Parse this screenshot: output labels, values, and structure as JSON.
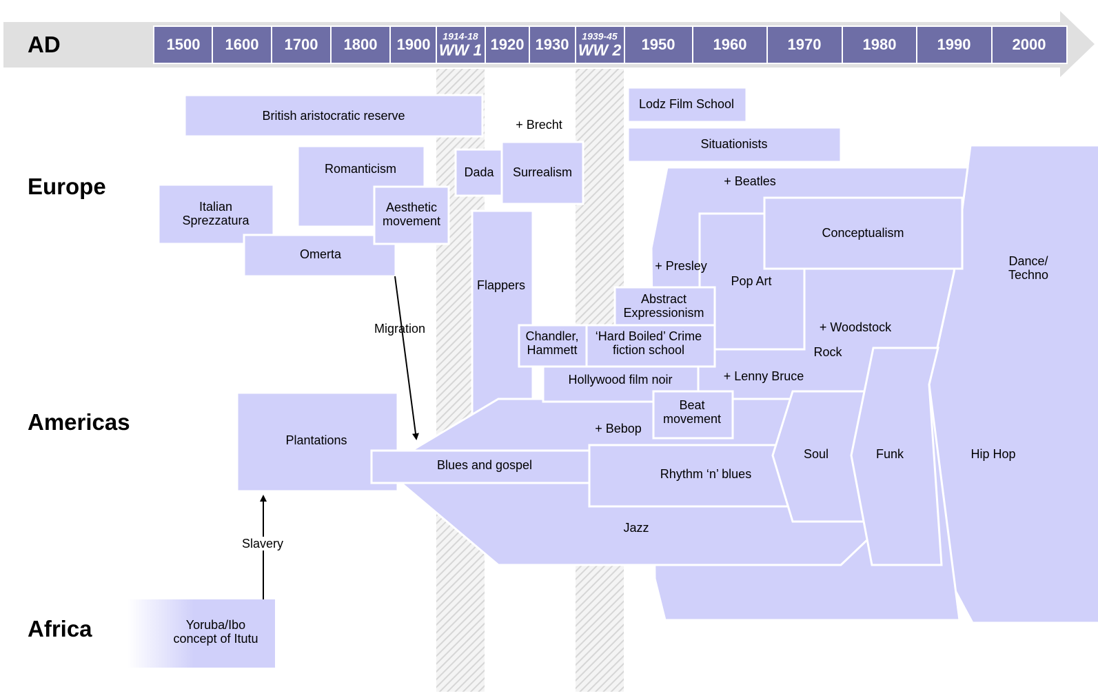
{
  "timeline": {
    "era_label": "AD",
    "eras": [
      "1500",
      "1600",
      "1700",
      "1800",
      "1900",
      "1920",
      "1930",
      "1950",
      "1960",
      "1970",
      "1980",
      "1990",
      "2000"
    ],
    "wars": [
      {
        "dates": "1914-18",
        "name": "WW 1"
      },
      {
        "dates": "1939-45",
        "name": "WW 2"
      }
    ]
  },
  "regions": {
    "europe": "Europe",
    "americas": "Americas",
    "africa": "Africa"
  },
  "nodes": {
    "british_aristocratic_reserve": "British aristocratic reserve",
    "romanticism": "Romanticism",
    "italian_sprezzatura": "Italian\nSprezzatura",
    "aesthetic_movement": "Aesthetic\nmovement",
    "omerta": "Omerta",
    "dada": "Dada",
    "surrealism": "Surrealism",
    "flappers": "Flappers",
    "lodz_film_school": "Lodz Film School",
    "situationists": "Situationists",
    "conceptualism": "Conceptualism",
    "pop_art": "Pop Art",
    "abstract_expressionism": "Abstract\nExpressionism",
    "chandler_hammett": "Chandler,\nHammett",
    "hard_boiled": "‘Hard Boiled’ Crime\nfiction school",
    "hollywood_film_noir": "Hollywood film noir",
    "beat_movement": "Beat\nmovement",
    "rock": "Rock",
    "dance_techno": "Dance/\nTechno",
    "plantations": "Plantations",
    "blues_and_gospel": "Blues and gospel",
    "rhythm_n_blues": "Rhythm ‘n’ blues",
    "soul": "Soul",
    "funk": "Funk",
    "hip_hop": "Hip Hop",
    "jazz": "Jazz",
    "yoruba_ibo": "Yoruba/Ibo\nconcept of Itutu"
  },
  "annotations": {
    "brecht": "+ Brecht",
    "beatles": "+ Beatles",
    "presley": "+ Presley",
    "woodstock": "+ Woodstock",
    "lenny_bruce": "+ Lenny Bruce",
    "bebop": "+ Bebop"
  },
  "arrows": {
    "migration": "Migration",
    "slavery": "Slavery"
  },
  "colors": {
    "box_fill": "#d0d0fa",
    "box_border": "#ffffff",
    "era_cell": "#6e6ea6",
    "timeline_band": "#e0e0e0",
    "war_hatch": "#d8d8d8"
  }
}
